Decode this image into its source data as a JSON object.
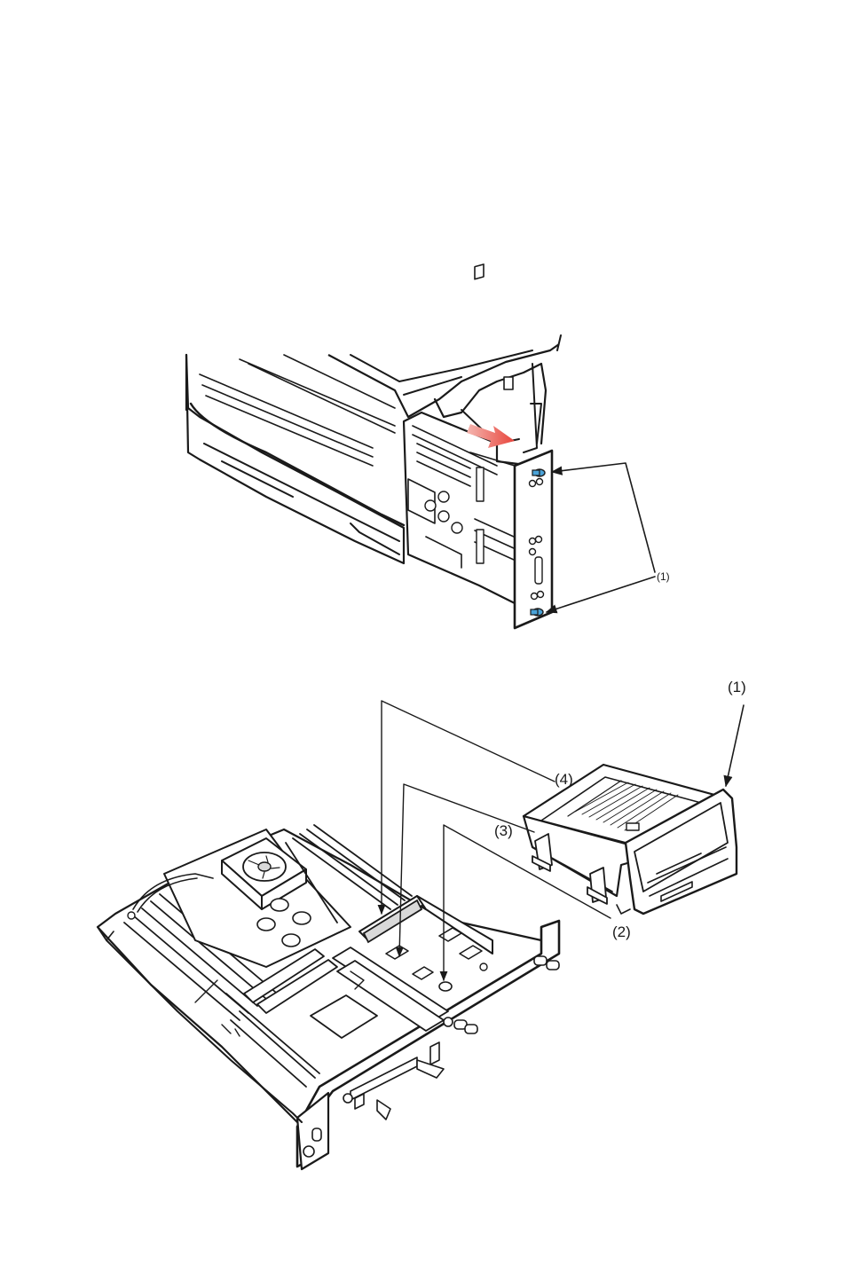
{
  "figure_top": {
    "callouts": [
      {
        "id": "1",
        "label": "(1)"
      }
    ],
    "colors": {
      "arrow": "#e8453c",
      "screw": "#4aa3d8",
      "ink": "#1a1a1a"
    }
  },
  "figure_bottom": {
    "callouts": [
      {
        "id": "1",
        "label": "(1)"
      },
      {
        "id": "2",
        "label": "(2)"
      },
      {
        "id": "3",
        "label": "(3)"
      },
      {
        "id": "4",
        "label": "(4)"
      }
    ]
  }
}
